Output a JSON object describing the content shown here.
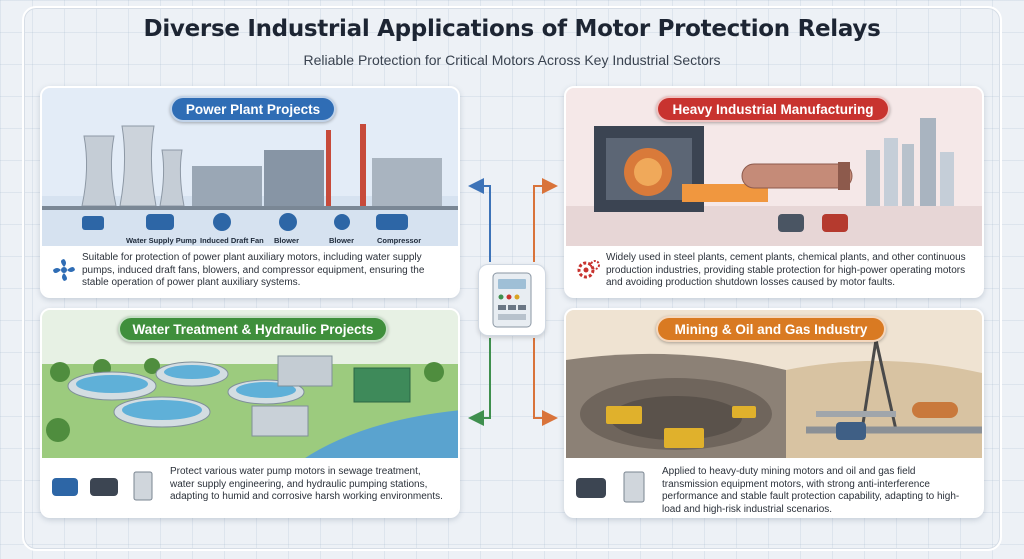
{
  "header": {
    "title": "Diverse Industrial Applications of Motor Protection Relays",
    "subtitle": "Reliable Protection for Critical Motors Across Key Industrial Sectors"
  },
  "panels": {
    "power": {
      "title": "Power Plant Projects",
      "equipment": [
        "Water Supply Pump",
        "Induced Draft Fan",
        "Blower",
        "Blower",
        "Compressor"
      ],
      "description": "Suitable for protection of power plant auxiliary motors, including water supply pumps, induced draft fans, blowers, and compressor equipment, ensuring the stable operation of power plant auxiliary systems."
    },
    "heavy": {
      "title": "Heavy Industrial Manufacturing",
      "description": "Widely used in steel plants, cement plants, chemical plants, and other continuous production industries, providing stable protection for high-power operating motors and avoiding production shutdown losses caused by motor faults."
    },
    "water": {
      "title": "Water Treatment & Hydraulic Projects",
      "description": "Protect various water pump motors in sewage treatment, water supply engineering, and hydraulic pumping stations, adapting to humid and corrosive harsh working environments."
    },
    "mining": {
      "title": "Mining & Oil and Gas Industry",
      "description": "Applied to heavy-duty mining motors and oil and gas field transmission equipment motors, with strong anti-interference performance and stable fault protection capability, adapting to high-load and high-risk industrial scenarios."
    }
  },
  "colors": {
    "power_pill": "#2f6db5",
    "heavy_pill": "#c8332f",
    "water_pill": "#3f8f3c",
    "mining_pill": "#d97a22",
    "arrow_blue": "#3d73b8",
    "arrow_orange": "#d9733a",
    "arrow_green": "#3f8f4e"
  }
}
